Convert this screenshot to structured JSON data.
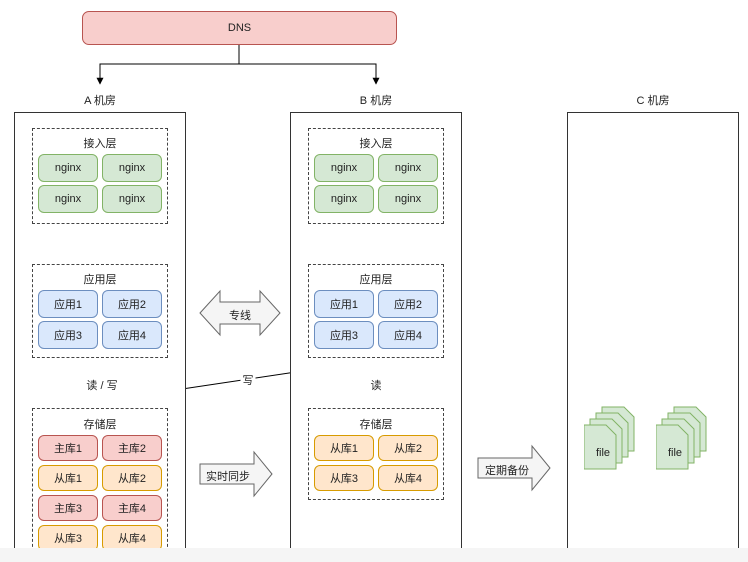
{
  "dns": {
    "label": "DNS"
  },
  "room_a": {
    "title": "A 机房",
    "access_layer": {
      "title": "接入层",
      "items": [
        "nginx",
        "nginx",
        "nginx",
        "nginx"
      ]
    },
    "app_layer": {
      "title": "应用层",
      "items": [
        "应用1",
        "应用2",
        "应用3",
        "应用4"
      ]
    },
    "rw_label": "读 / 写",
    "storage_layer": {
      "title": "存储层",
      "items": [
        "主库1",
        "主库2",
        "从库1",
        "从库2",
        "主库3",
        "主库4",
        "从库3",
        "从库4"
      ]
    }
  },
  "room_b": {
    "title": "B 机房",
    "access_layer": {
      "title": "接入层",
      "items": [
        "nginx",
        "nginx",
        "nginx",
        "nginx"
      ]
    },
    "app_layer": {
      "title": "应用层",
      "items": [
        "应用1",
        "应用2",
        "应用3",
        "应用4"
      ]
    },
    "read_label": "读",
    "write_label": "写",
    "storage_layer": {
      "title": "存储层",
      "items": [
        "从库1",
        "从库2",
        "从库3",
        "从库4"
      ]
    }
  },
  "room_c": {
    "title": "C 机房",
    "files": [
      "file",
      "file"
    ]
  },
  "links": {
    "dedicated_line": "专线",
    "realtime_sync": "实时同步",
    "scheduled_backup": "定期备份"
  },
  "colors": {
    "dns_fill": "#f8cecc",
    "dns_stroke": "#b85450",
    "nginx_fill": "#d5e8d4",
    "app_fill": "#dae8fc",
    "master_fill": "#f8cecc",
    "slave_fill": "#ffe6cc",
    "file_fill": "#d5e8d4",
    "arrow_fill": "#f5f5f5"
  }
}
